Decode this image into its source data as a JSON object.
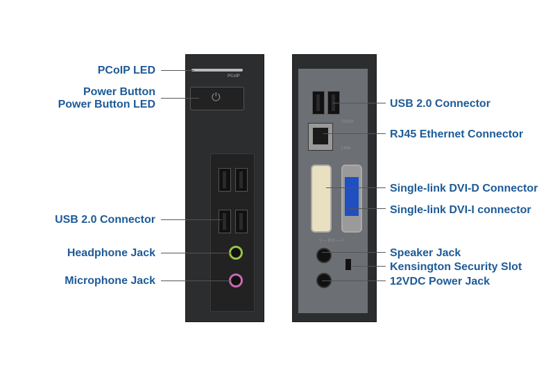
{
  "front_labels": {
    "pcoip_led": "PCoIP LED",
    "power_button": "Power Button",
    "power_button_led": "Power Button LED",
    "usb": "USB 2.0 Connector",
    "headphone": "Headphone Jack",
    "microphone": "Microphone Jack"
  },
  "back_labels": {
    "usb": "USB 2.0 Connector",
    "rj45": "RJ45 Ethernet Connector",
    "dvi_d": "Single-link DVI-D Connector",
    "dvi_i": "Single-link DVI-I connector",
    "speaker": "Speaker Jack",
    "kensington": "Kensington Security Slot",
    "power_jack": "12VDC Power Jack"
  },
  "panel_text": {
    "pcoip": "PCoIP",
    "txrx": "TX/RX",
    "link": "LINK",
    "dvi": "1 — DVI — 2"
  },
  "colors": {
    "label": "#1d5a97",
    "dvi_d": "#e8e0c0",
    "dvi_i": "#1f4fc0",
    "headphone": "#9bc24a",
    "microphone": "#c86ab0"
  }
}
